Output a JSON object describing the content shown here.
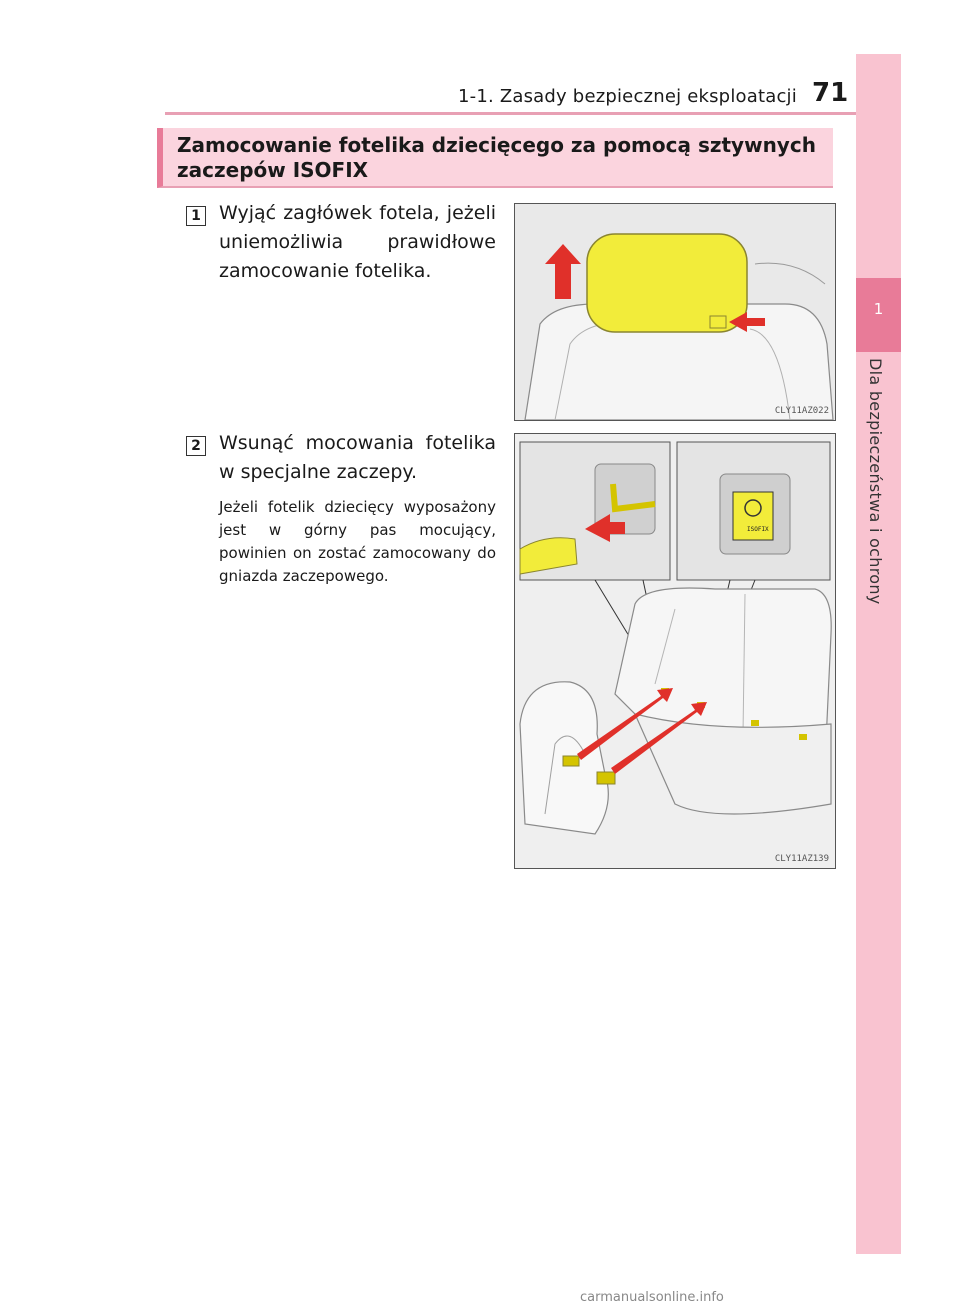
{
  "header": {
    "chapter_title": "1-1. Zasady bezpiecznej eksploatacji",
    "page_number": "71"
  },
  "side_tab": {
    "number": "1",
    "label": "Dla bezpieczeństwa i ochrony"
  },
  "section": {
    "title": "Zamocowanie fotelika dziecięcego za pomocą sztywnych zaczepów ISOFIX"
  },
  "steps": [
    {
      "number": "1",
      "text": "Wyjąć zagłówek fotela, jeżeli uniemożliwia prawidłowe zamocowanie fotelika.",
      "figure_code": "CLY11AZ022"
    },
    {
      "number": "2",
      "text": "Wsunąć mocowania fotelika w specjalne zaczepy.",
      "note": "Jeżeli fotelik dziecięcy wyposażony jest w górny pas mocujący, powinien on zostać zamocowany do gniazda zaczepowego.",
      "figure_code": "CLY11AZ139",
      "figure_label": "ISOFIX"
    }
  ],
  "footer": {
    "watermark": "carmanualsonline.info"
  },
  "colors": {
    "accent_pink": "#e87b98",
    "tab_pink": "#f9c3d0",
    "title_bg": "#fbd4de",
    "highlight_yellow": "#f2ec3a",
    "arrow_red": "#e0302a"
  }
}
